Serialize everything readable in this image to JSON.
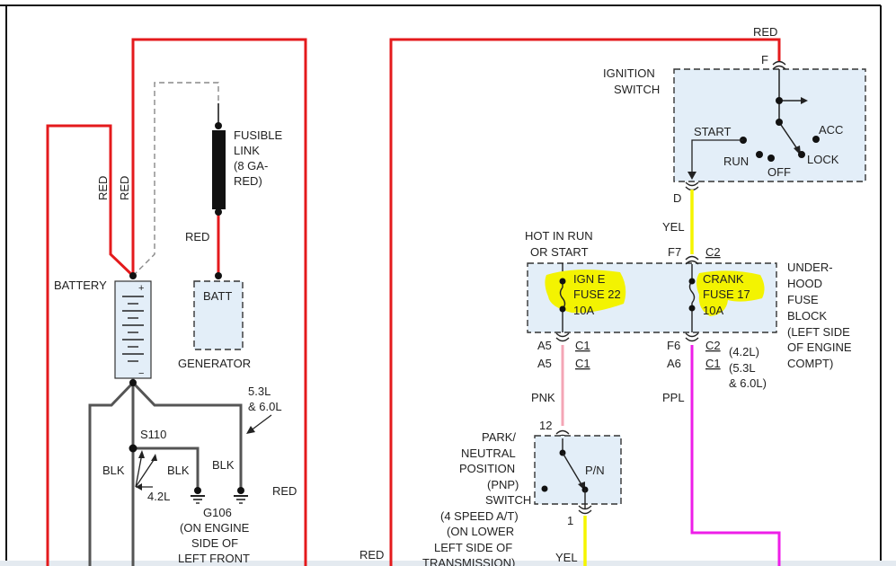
{
  "wire_colors": {
    "red": "#e41a1c",
    "yellow": "#f5f500",
    "pink": "#f4a6b6",
    "purple": "#ee1ee8",
    "gray": "#555555",
    "black": "#111111",
    "highlight": "#f3f301"
  },
  "left": {
    "red_label_1": "RED",
    "red_label_2": "RED",
    "fusible_link": [
      "FUSIBLE",
      "LINK",
      "(8 GA-",
      "RED)"
    ],
    "red_label_3": "RED",
    "battery_label": "BATTERY",
    "batt_terminal": "BATT",
    "generator_label": "GENERATOR",
    "engine_note": [
      "5.3L",
      "& 6.0L"
    ],
    "splice_label": "S110",
    "blk_1": "BLK",
    "blk_2": "BLK",
    "blk_3": "BLK",
    "engine_42": "4.2L",
    "red_label_4": "RED",
    "ground_label": [
      "G106",
      "(ON ENGINE",
      "SIDE OF",
      "LEFT FRONT"
    ]
  },
  "right": {
    "red_top": "RED",
    "terminal_f": "F",
    "ignition_switch": [
      "IGNITION",
      "SWITCH"
    ],
    "start": "START",
    "run": "RUN",
    "off": "OFF",
    "lock": "LOCK",
    "acc": "ACC",
    "terminal_d": "D",
    "yel_1": "YEL",
    "hot_in_run": [
      "HOT IN RUN",
      "OR START"
    ],
    "f7": "F7",
    "c2_top": "C2",
    "fuse_block": [
      "UNDER-",
      "HOOD",
      "FUSE",
      "BLOCK",
      "(LEFT SIDE",
      "OF ENGINE",
      "COMPT)"
    ],
    "ign_fuse": [
      "IGN E",
      "FUSE 22",
      "10A"
    ],
    "crank_fuse": [
      "CRANK",
      "FUSE 17",
      "10A"
    ],
    "a5_1": "A5",
    "c1_1": "C1",
    "a5_2": "A5",
    "c1_2": "C1",
    "f6": "F6",
    "c2_bottom": "C2",
    "engine_42": "(4.2L)",
    "a6": "A6",
    "c1_3": "C1",
    "engine_53": [
      "(5.3L",
      "& 6.0L)"
    ],
    "pnk": "PNK",
    "ppl": "PPL",
    "pin_12": "12",
    "pnp_label": [
      "PARK/",
      "NEUTRAL",
      "POSITION",
      "(PNP)",
      "SWITCH",
      "(4 SPEED A/T)",
      "(ON LOWER",
      "LEFT SIDE OF",
      "TRANSMISSION)"
    ],
    "pn": "P/N",
    "pin_1": "1",
    "red_bottom": "RED",
    "yel_bottom": "YEL"
  }
}
